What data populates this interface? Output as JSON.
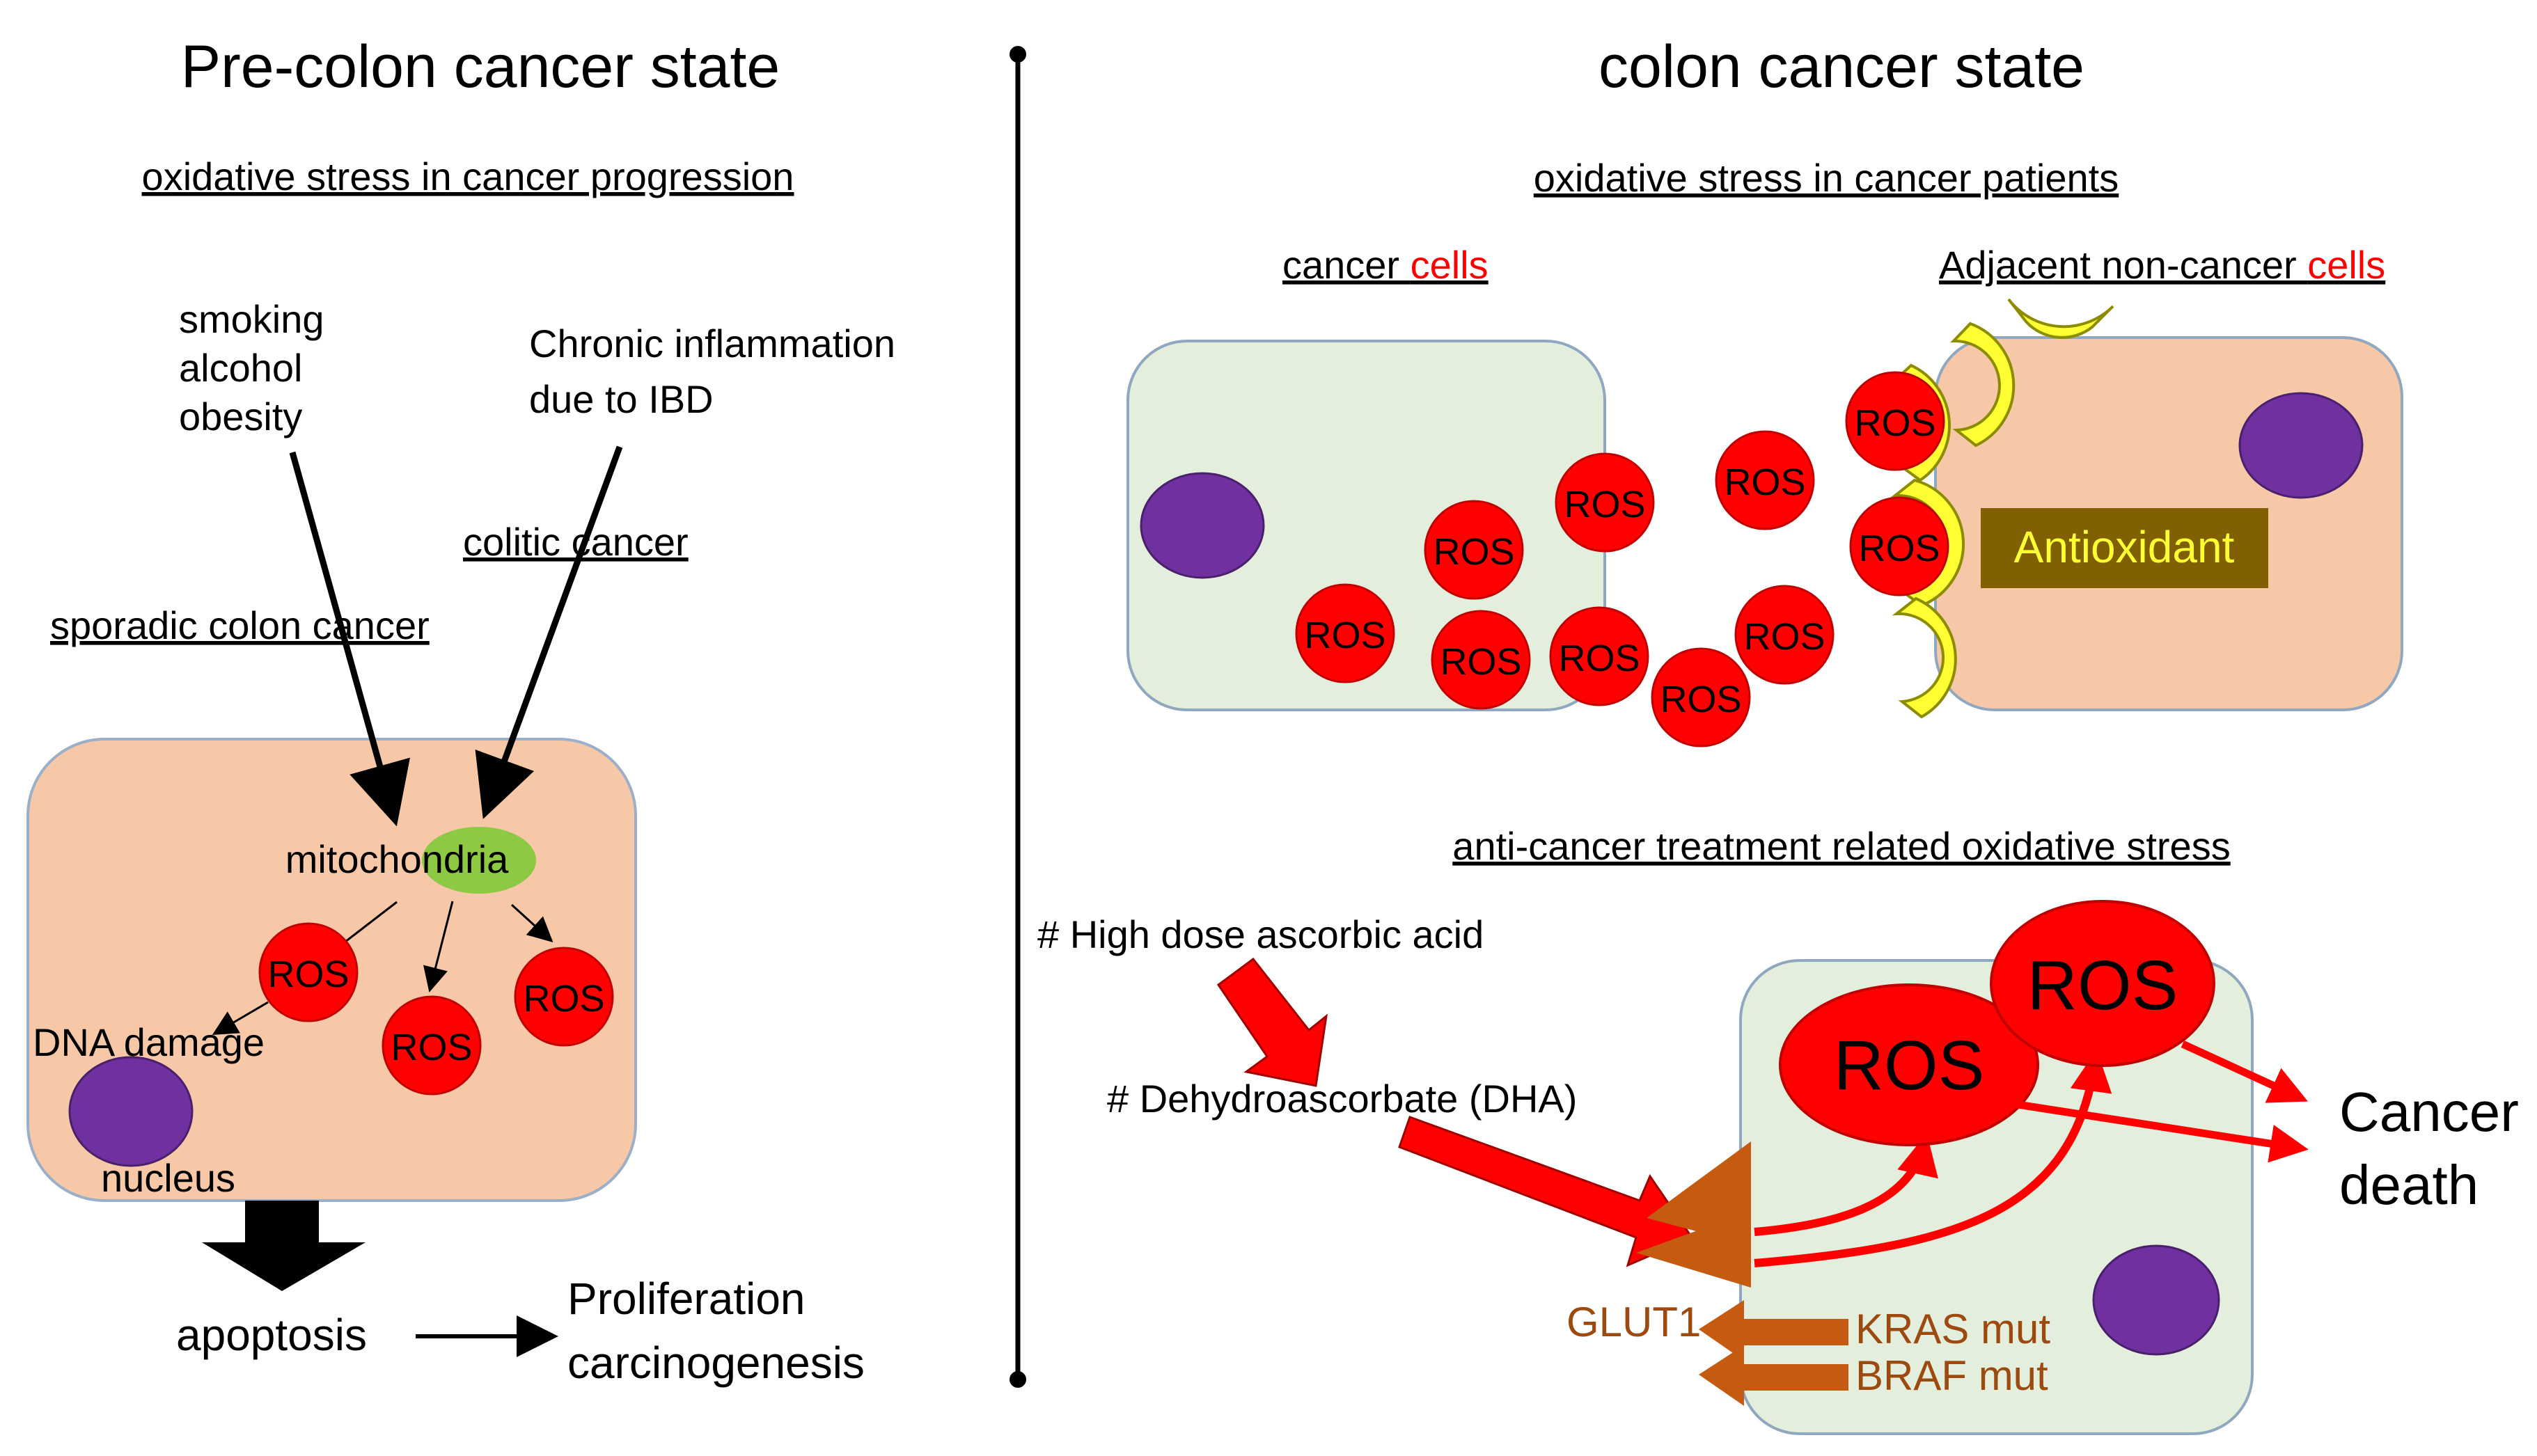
{
  "left": {
    "title": "Pre-colon cancer state",
    "subtitle": "oxidative stress in cancer progression",
    "factors": [
      "smoking",
      "alcohol",
      "obesity"
    ],
    "inflammation": [
      "Chronic inflammation",
      "due to IBD"
    ],
    "colitic_cancer": "colitic cancer",
    "sporadic_cancer": "sporadic colon cancer",
    "mitochondria": "mitochondria",
    "ros_label": "ROS",
    "dna_damage": "DNA damage",
    "nucleus": "nucleus",
    "apoptosis": "apoptosis",
    "outcome": [
      "Proliferation",
      "carcinogenesis"
    ]
  },
  "right": {
    "title": "colon cancer state",
    "subtitle": "oxidative stress in cancer patients",
    "cancer_cells_prefix": "cancer ",
    "cancer_cells_suffix": "cells",
    "adjacent_prefix": "Adjacent non-cancer ",
    "adjacent_suffix": "cells",
    "ros_label": "ROS",
    "antioxidant": "Antioxidant",
    "treatment_subtitle": "anti-cancer treatment related oxidative stress",
    "ascorbic": "# High dose ascorbic acid",
    "dha": "# Dehydroascorbate (DHA)",
    "glut1": "GLUT1",
    "kras": "KRAS mut",
    "braf": "BRAF mut",
    "cancer_death": [
      "Cancer",
      "death"
    ]
  },
  "colors": {
    "cell_peach": "#f7c8a8",
    "cell_green": "#e3efdc",
    "ros_red": "#ff0000",
    "nucleus_purple": "#7030a0",
    "mito_green": "#8ec943",
    "antioxidant_yellow": "#ffff33",
    "antioxidant_box": "#806000",
    "glut_brown": "#c55a11",
    "label_red": "#ff0000",
    "brown_text": "#9c4a10"
  }
}
